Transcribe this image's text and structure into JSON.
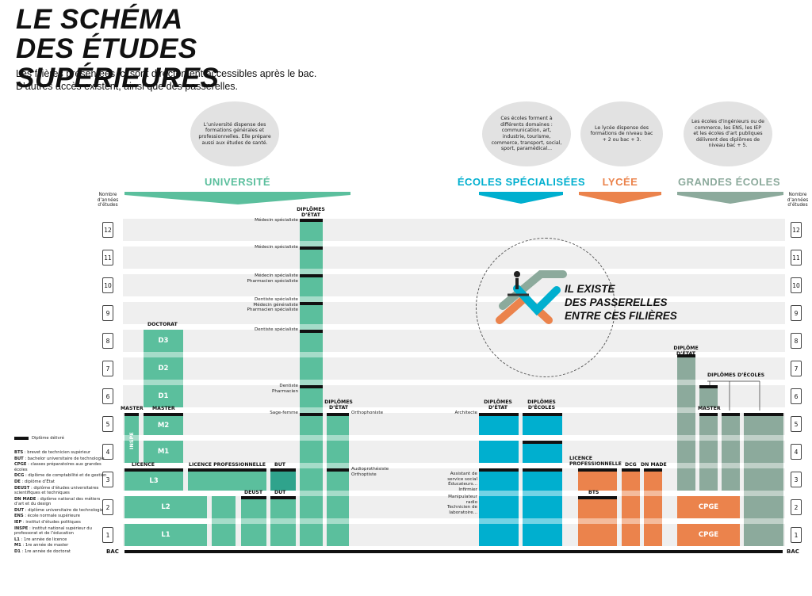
{
  "title_line1": "LE SCHÉMA",
  "title_line2": "DES ÉTUDES SUPÉRIEURES",
  "subtitle_line1": "Les filières présentées ici sont directement accessibles après le bac.",
  "subtitle_line2": "D’autres accès existent, ainsi que des passerelles.",
  "clouds": [
    {
      "text": "L’université dispense des formations générales et professionnelles. Elle prépare aussi aux études de santé."
    },
    {
      "text": "Ces écoles forment à différents domaines : communication, art, industrie, tourisme, commerce, transport, social, sport, paramédical..."
    },
    {
      "text": "Le lycée dispense des formations de niveau bac + 2 ou bac + 3."
    },
    {
      "text": "Les écoles d’ingénieurs ou de commerce, les ENS, les IEP et les écoles d’art publiques délivrent des diplômes de niveau bac + 5."
    }
  ],
  "filieres": {
    "universite": "UNIVERSITÉ",
    "ecoles_specialisees": "ÉCOLES SPÉCIALISÉES",
    "lycee": "LYCÉE",
    "grandes_ecoles": "GRANDES ÉCOLES"
  },
  "colors": {
    "universite": "#5bbf9d",
    "universite_light": "#ace0ce",
    "universite_dark": "#2fa38c",
    "ecoles_specialisees": "#00afcf",
    "lycee": "#eb834c",
    "grandes_ecoles": "#8caa9c",
    "bar": "#111111"
  },
  "axis_label": "Nombre d’années d’études",
  "years": [
    "1",
    "2",
    "3",
    "4",
    "5",
    "6",
    "7",
    "8",
    "9",
    "10",
    "11",
    "12"
  ],
  "bac": "BAC",
  "heads": {
    "doctorat": "DOCTORAT",
    "master": "MASTER",
    "master_inspe": "MASTER",
    "licence": "LICENCE",
    "licence_pro": "LICENCE PROFESSIONNELLE",
    "but": "BUT",
    "deust": "DEUST",
    "dut": "DUT",
    "diplomes_etat_sante": "DIPLÔMES D’ÉTAT",
    "diplomes_etat_para": "DIPLÔMES D’ÉTAT",
    "es_diplomes_etat": "DIPLÔMES D’ÉTAT",
    "es_diplomes_ecoles": "DIPLÔMES D’ÉCOLES",
    "lycee_licence_pro": "LICENCE PROFESSIONNELLE",
    "dcg": "DCG",
    "dn_made": "DN MADE",
    "bts": "BTS",
    "ge_diplome_etat": "DIPLÔME D’ÉTAT",
    "ge_diplomes_ecoles": "DIPLÔMES D’ÉCOLES",
    "ge_master": "MASTER"
  },
  "blocks": {
    "d3": "D3",
    "d2": "D2",
    "d1": "D1",
    "m2": "M2",
    "m1": "M1",
    "l3": "L3",
    "l2": "L2",
    "l1": "L1",
    "inspe": "INSPE",
    "cpge2": "CPGE",
    "cpge1": "CPGE"
  },
  "sante_notes": [
    "Médecin spécialiste",
    "Médecin spécialiste",
    "Médecin spécialiste\nPharmacien spécialiste",
    "Dentiste spécialiste\nMédecin généraliste\nPharmacien spécialiste",
    "Dentiste spécialiste",
    "Dentiste\nPharmacien",
    "Sage-femme"
  ],
  "para_notes": [
    "Orthophoniste",
    "Audioprothésiste\nOrthoptiste"
  ],
  "es_notes": [
    "Architecte",
    "Assistant de service social\nÉducateurs...\nInfirmier",
    "Manipulateur radio\nTechnicien de laboratoire..."
  ],
  "passerelles_line1": "IL EXISTE",
  "passerelles_line2": "DES PASSERELLES",
  "passerelles_line3": "ENTRE CES FILIÈRES",
  "legend_title": "Diplôme délivré",
  "legend": [
    {
      "abbr": "BTS",
      "text": " : brevet de technicien supérieur"
    },
    {
      "abbr": "BUT",
      "text": " : bachelor universitaire de technologie"
    },
    {
      "abbr": "CPGE",
      "text": " : classes préparatoires aux grandes écoles"
    },
    {
      "abbr": "DCG",
      "text": " : diplôme de comptabilité et de gestion"
    },
    {
      "abbr": "DE",
      "text": " : diplôme d’État"
    },
    {
      "abbr": "DEUST",
      "text": " : diplôme d’études universitaires scientifiques et techniques"
    },
    {
      "abbr": "DN MADE",
      "text": " : diplôme national des métiers d’art et du design"
    },
    {
      "abbr": "DUT",
      "text": " : diplôme universitaire de technologie"
    },
    {
      "abbr": "ENS",
      "text": " : école normale supérieure"
    },
    {
      "abbr": "IEP",
      "text": " : institut d’études politiques"
    },
    {
      "abbr": "INSPE",
      "text": " : institut national supérieur du professorat et de l’éducation"
    },
    {
      "abbr": "L1",
      "text": " : 1re année de licence"
    },
    {
      "abbr": "M1",
      "text": " : 1re année de master"
    },
    {
      "abbr": "D1",
      "text": " : 1re année de doctorat"
    }
  ]
}
